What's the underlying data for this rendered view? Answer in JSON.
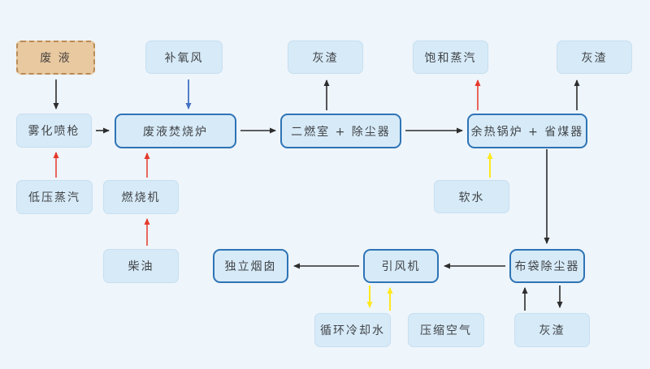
{
  "nodes": {
    "waste_liquid": {
      "label": "废 液"
    },
    "oxygen_air": {
      "label": "补氧风"
    },
    "ash_top_left": {
      "label": "灰渣"
    },
    "saturated_steam": {
      "label": "饱和蒸汽"
    },
    "ash_top_right": {
      "label": "灰渣"
    },
    "atomizer_gun": {
      "label": "雾化喷枪"
    },
    "incinerator": {
      "label": "废液焚烧炉"
    },
    "secondary_chamber": {
      "label": "二燃室 + 除尘器"
    },
    "waste_heat_boiler": {
      "label": "余热锅炉 + 省煤器"
    },
    "low_pressure_steam": {
      "label": "低压蒸汽"
    },
    "burner": {
      "label": "燃烧机"
    },
    "soft_water": {
      "label": "软水"
    },
    "diesel": {
      "label": "柴油"
    },
    "chimney": {
      "label": "独立烟囱"
    },
    "induced_draft_fan": {
      "label": "引风机"
    },
    "bag_filter": {
      "label": "布袋除尘器"
    },
    "circulating_cooling_water": {
      "label": "循环冷却水"
    },
    "compressed_air": {
      "label": "压缩空气"
    },
    "ash_bottom": {
      "label": "灰渣"
    }
  },
  "colors": {
    "background": "#eef5fb",
    "node_fill": "#d7eaf8",
    "node_border": "#c6dff0",
    "node_border_emphasis": "#2e74b5",
    "source_fill": "#e8c9a0",
    "source_border": "#ba8b55",
    "arrow_black": "#2d2d2d",
    "arrow_red": "#e5392b",
    "arrow_blue": "#4472c4",
    "arrow_yellow": "#ffe81d"
  },
  "edges": [
    {
      "from": "waste_liquid",
      "to": "atomizer_gun",
      "color": "black"
    },
    {
      "from": "low_pressure_steam",
      "to": "atomizer_gun",
      "color": "red"
    },
    {
      "from": "atomizer_gun",
      "to": "incinerator",
      "color": "black"
    },
    {
      "from": "oxygen_air",
      "to": "incinerator",
      "color": "blue"
    },
    {
      "from": "burner",
      "to": "incinerator",
      "color": "red"
    },
    {
      "from": "diesel",
      "to": "burner",
      "color": "red"
    },
    {
      "from": "incinerator",
      "to": "secondary_chamber",
      "color": "black"
    },
    {
      "from": "secondary_chamber",
      "to": "ash_top_left",
      "color": "black"
    },
    {
      "from": "secondary_chamber",
      "to": "waste_heat_boiler",
      "color": "black"
    },
    {
      "from": "waste_heat_boiler",
      "to": "saturated_steam",
      "color": "red"
    },
    {
      "from": "waste_heat_boiler",
      "to": "ash_top_right",
      "color": "black"
    },
    {
      "from": "soft_water",
      "to": "waste_heat_boiler",
      "color": "yellow"
    },
    {
      "from": "waste_heat_boiler",
      "to": "bag_filter",
      "color": "black"
    },
    {
      "from": "bag_filter",
      "to": "induced_draft_fan",
      "color": "black"
    },
    {
      "from": "induced_draft_fan",
      "to": "chimney",
      "color": "black"
    },
    {
      "from": "induced_draft_fan",
      "to": "circulating_cooling_water",
      "color": "yellow"
    },
    {
      "from": "circulating_cooling_water",
      "to": "induced_draft_fan",
      "color": "yellow"
    },
    {
      "from": "ash_bottom",
      "to": "bag_filter",
      "color": "black"
    },
    {
      "from": "bag_filter",
      "to": "ash_bottom",
      "color": "black"
    }
  ]
}
